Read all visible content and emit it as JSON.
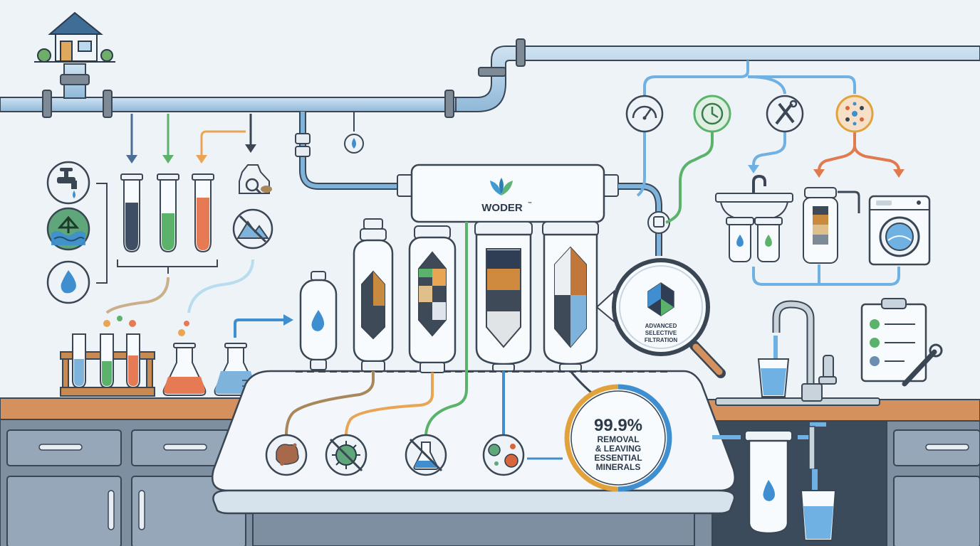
{
  "brand": {
    "name": "WODER",
    "trademark": "™",
    "logo_colors": [
      "#5fb37a",
      "#3f9bd1",
      "#2d7fb3"
    ]
  },
  "magnifier": {
    "label_lines": [
      "ADVANCED",
      "SELECTIVE",
      "FILTRATION"
    ]
  },
  "stat_badge": {
    "percent": "99.9%",
    "lines": [
      "REMOVAL",
      "& LEAVING",
      "ESSENTIAL",
      "MINERALS"
    ],
    "ring_colors": [
      "#3f8fd0",
      "#e2a23b"
    ]
  },
  "source_icons": [
    "faucet-icon",
    "well-water-icon",
    "water-drop-icon"
  ],
  "test_tubes": [
    {
      "color": "#3e4f63"
    },
    {
      "color": "#5bb26a"
    },
    {
      "color": "#e67a55"
    }
  ],
  "filter_stages": 5,
  "contaminant_icons": [
    "sediment-icon",
    "bacteria-icon",
    "no-chemicals-icon",
    "microbes-icon"
  ],
  "application_icons": [
    "pressure-gauge-icon",
    "timer-icon",
    "plumbing-tools-icon",
    "nutrients-icon"
  ],
  "appliances": [
    "sink-filter",
    "whole-house-filter",
    "washing-machine"
  ],
  "checklist_items": 3,
  "colors": {
    "pipe": "#9fc6e3",
    "pipe_dark": "#4a5a6a",
    "counter": "#d4915e",
    "cabinet": "#7d8fa1",
    "water": "#6fb1e2"
  }
}
